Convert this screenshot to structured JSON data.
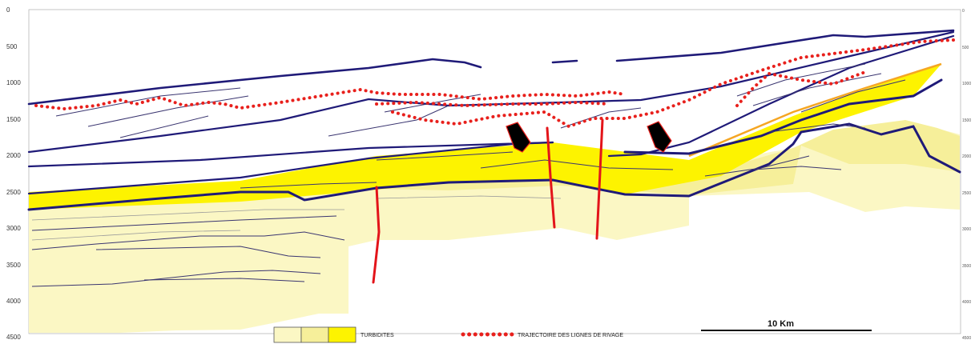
{
  "depth_axis_left": {
    "ticks": [
      "0",
      "500",
      "1000",
      "1500",
      "2000",
      "2500",
      "3000",
      "3500",
      "4000",
      "4500"
    ]
  },
  "depth_axis_right": {
    "ticks": [
      "0",
      "500",
      "1000",
      "1500",
      "2000",
      "2500",
      "3000",
      "3500",
      "4000",
      "4500"
    ]
  },
  "legend": {
    "turbidites_label": "TURBIDITES",
    "shoreline_label": "TRAJECTOIRE DES LIGNES DE RIVAGE"
  },
  "scale_bar": {
    "label": "10 Km"
  },
  "colors": {
    "horizon": "#1f1a78",
    "shoreline": "#e8201c",
    "fault": "#e3141a",
    "turbidite_pale": "#fbf7c4",
    "turbidite_mid": "#f6ef9a",
    "turbidite_bright": "#fdf300",
    "onlap_orange": "#f5a623",
    "arrow": "#000000"
  }
}
